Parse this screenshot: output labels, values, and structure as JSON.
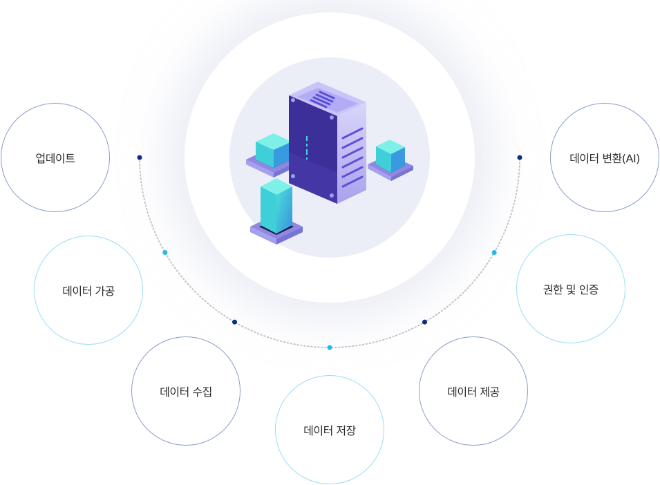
{
  "diagram": {
    "center": {
      "icon": "server-icon",
      "label": ""
    },
    "nodes": [
      {
        "id": "update",
        "label": "업데이트",
        "style": "dark"
      },
      {
        "id": "processing",
        "label": "데이터 가공",
        "style": "light"
      },
      {
        "id": "collection",
        "label": "데이터 수집",
        "style": "dark"
      },
      {
        "id": "storage",
        "label": "데이터 저장",
        "style": "light"
      },
      {
        "id": "provision",
        "label": "데이터 제공",
        "style": "dark"
      },
      {
        "id": "auth",
        "label": "권한 및 인증",
        "style": "light"
      },
      {
        "id": "transform",
        "label": "데이터 변환(AI)",
        "style": "dark"
      }
    ],
    "arc_dots": [
      "dark",
      "light",
      "dark",
      "light",
      "dark",
      "light",
      "dark"
    ]
  },
  "colors": {
    "dark_dot": "#0b2f7a",
    "light_dot": "#1fb8ef",
    "dark_ring": "#8a9ccb",
    "light_ring": "#9bdcf3",
    "arc_dots": "#c4c4c4",
    "server_front": "#3d2f9a",
    "server_side": "#b9b4f2",
    "cube": "#3fd7d9"
  }
}
